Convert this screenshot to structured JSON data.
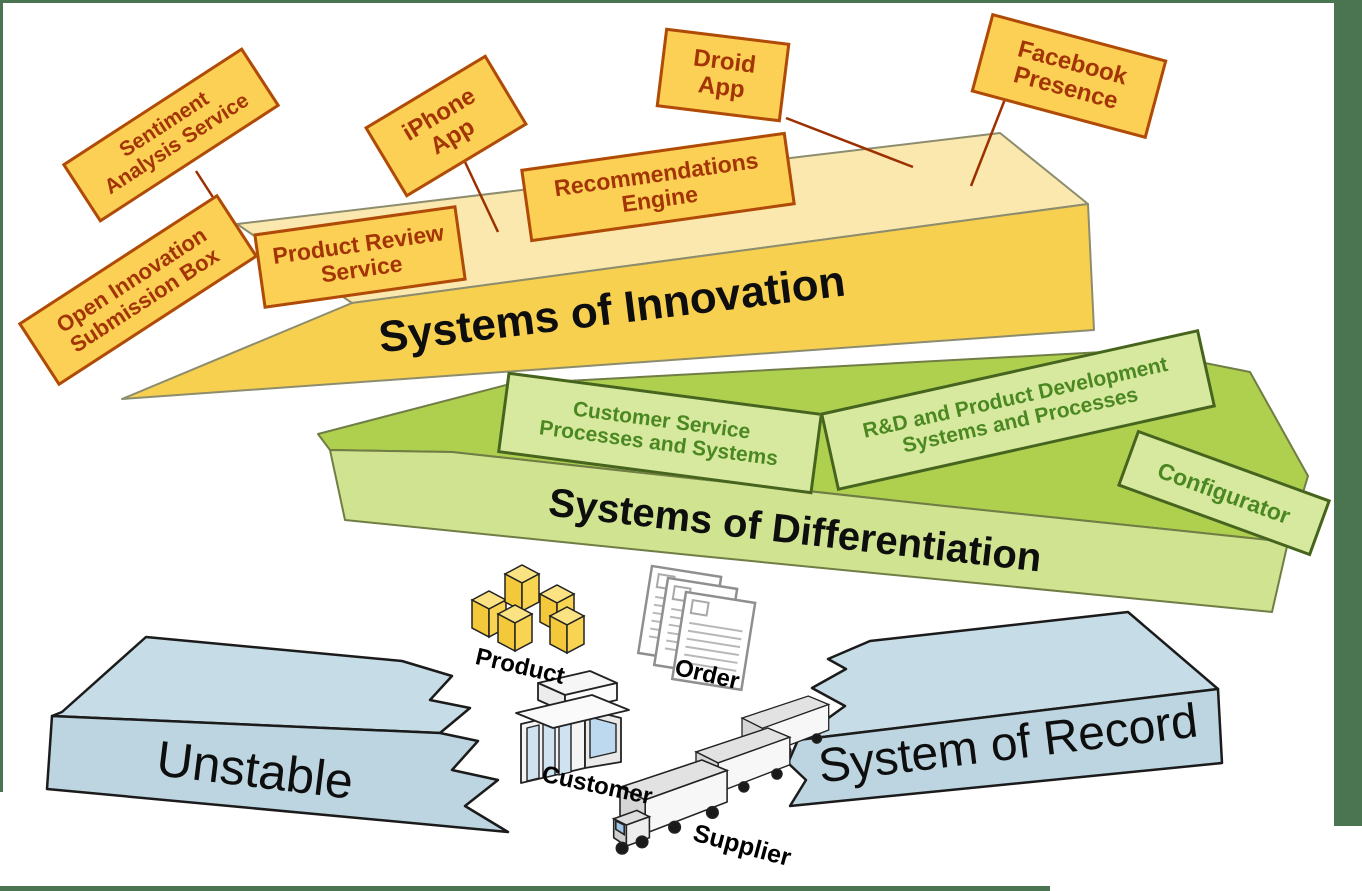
{
  "layers": {
    "innovation": {
      "title": "Systems of Innovation",
      "labels": [
        {
          "text": "Sentiment\nAnalysis Service"
        },
        {
          "text": "Open Innovation\nSubmission Box"
        },
        {
          "text": "Product Review\nService"
        },
        {
          "text": "iPhone\nApp"
        },
        {
          "text": "Recommendations\nEngine"
        },
        {
          "text": "Droid\nApp"
        },
        {
          "text": "Facebook\nPresence"
        }
      ]
    },
    "differentiation": {
      "title": "Systems of Differentiation",
      "labels": [
        {
          "text": "Customer Service\nProcesses and Systems"
        },
        {
          "text": "R&D and Product Development\nSystems and Processes"
        },
        {
          "text": "Configurator"
        }
      ]
    },
    "record": {
      "title_left": "Unstable",
      "title_right": "System of Record",
      "entities": [
        "Product",
        "Order",
        "Customer",
        "Supplier"
      ]
    }
  },
  "icons": [
    "product-boxes-icon",
    "order-documents-icon",
    "customer-store-icon",
    "supplier-trucks-icon"
  ],
  "colors": {
    "frame_green": "#4a7550",
    "innovation_front": "#f8d050",
    "innovation_top": "#fae8ae",
    "tag_yellow_fill": "#fccf55",
    "tag_yellow_border": "#b04a08",
    "tag_yellow_text": "#a33505",
    "differentiation_front": "#cfe390",
    "differentiation_top": "#aed04e",
    "tag_green_fill": "#d6e99e",
    "tag_green_border": "#46641d",
    "tag_green_text": "#4c8822",
    "record_blue": "#bcd5e0",
    "leader_line": "#9c3000",
    "title_text": "#0e0e0e"
  }
}
